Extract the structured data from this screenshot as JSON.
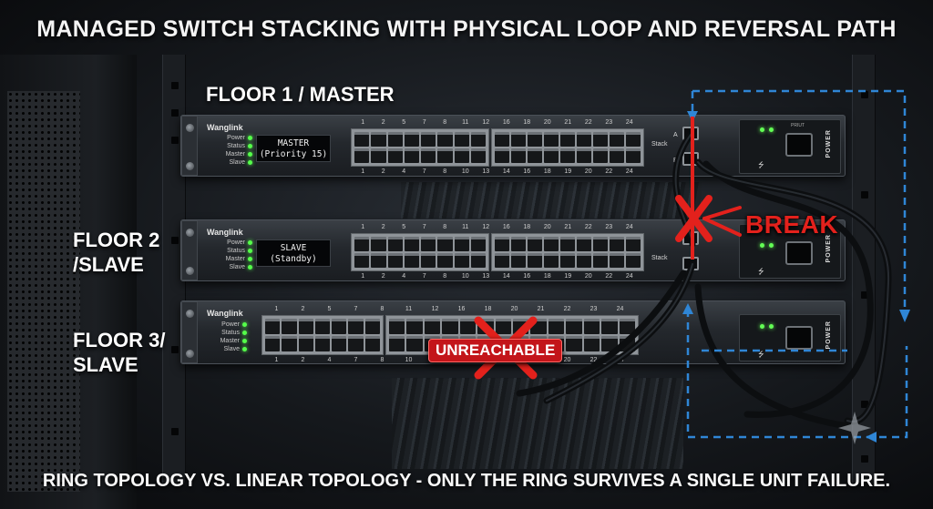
{
  "headline": "MANAGED SWITCH STACKING WITH PHYSICAL LOOP AND REVERSAL PATH",
  "footline": "RING TOPOLOGY VS. LINEAR TOPOLOGY - ONLY THE RING SURVIVES A SINGLE UNIT FAILURE.",
  "floors": [
    {
      "label_lines": [
        "FLOOR 1 / MASTER"
      ],
      "display_lines": [
        "MASTER",
        "(Priority 15)"
      ]
    },
    {
      "label_lines": [
        "FLOOR 2",
        "/SLAVE"
      ],
      "display_lines": [
        "SLAVE",
        "(Standby)"
      ]
    },
    {
      "label_lines": [
        "FLOOR 3/",
        "SLAVE"
      ],
      "display_lines": []
    }
  ],
  "switch_brand": "Wanglink",
  "led_labels": [
    "Power",
    "Status",
    "Master",
    "Slave"
  ],
  "stack_label": "Stack",
  "stack_ports": [
    "A",
    "B"
  ],
  "port_numbers_top": [
    "1",
    "2",
    "5",
    "7",
    "8",
    "11",
    "12",
    "16",
    "18",
    "20",
    "21",
    "22",
    "23",
    "24"
  ],
  "port_numbers_bottom": [
    "1",
    "2",
    "4",
    "7",
    "8",
    "10",
    "13",
    "14",
    "16",
    "18",
    "19",
    "20",
    "22",
    "24"
  ],
  "psu_label": "POWER",
  "psu_top_label": "PRIUT",
  "callouts": {
    "break": "BREAK",
    "unreachable": "UNREACHABLE"
  },
  "colors": {
    "break_red": "#e3211c",
    "dashed_blue": "#2f86d6",
    "led_green": "#55ff4a"
  }
}
